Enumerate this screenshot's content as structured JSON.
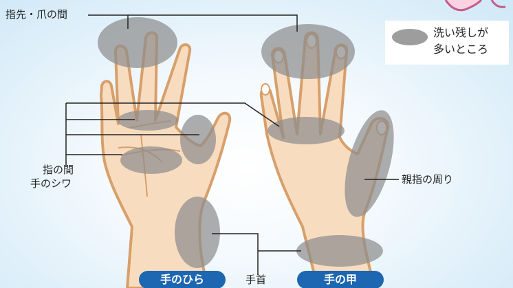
{
  "labels": {
    "fingertips": "指先・爪の間",
    "between_fingers": "指の間",
    "palm_creases": "手のシワ",
    "thumb": "親指の周り",
    "wrist": "手首"
  },
  "legend": {
    "line1": "洗い残しが",
    "line2": "多いところ"
  },
  "tabs": {
    "palm": "手のひら",
    "back": "手の甲"
  },
  "colors": {
    "skin": "#f8dcc0",
    "outline": "#d79f6a",
    "highlight": "#9d9d9d",
    "pill": "#1d66b1"
  }
}
